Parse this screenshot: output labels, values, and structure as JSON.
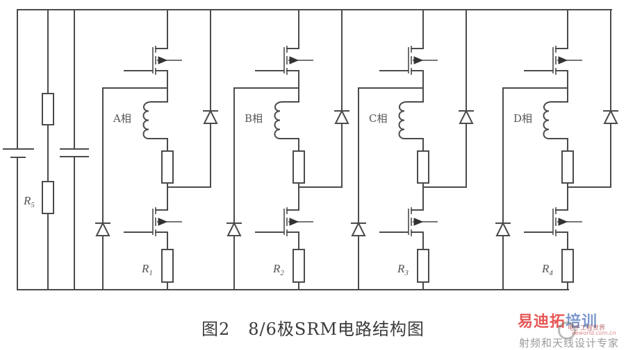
{
  "figure": {
    "caption_number": "图2",
    "caption_text": "8/6极SRM电路结构图"
  },
  "supply": {
    "components": [
      "battery",
      "voltage-divider-resistor",
      "R5-resistor",
      "dc-link-capacitor"
    ],
    "r5_label": "R",
    "r5_sub": "5"
  },
  "phases": [
    {
      "id": "A",
      "label": "A相",
      "sense_resistor_label": "R",
      "sense_resistor_sub": "1"
    },
    {
      "id": "B",
      "label": "B相",
      "sense_resistor_label": "R",
      "sense_resistor_sub": "2"
    },
    {
      "id": "C",
      "label": "C相",
      "sense_resistor_label": "R",
      "sense_resistor_sub": "3"
    },
    {
      "id": "D",
      "label": "D相",
      "sense_resistor_label": "R",
      "sense_resistor_sub": "4"
    }
  ],
  "watermark": {
    "title_red": "易迪拓",
    "title_blue": "培训",
    "site_name": "电子工程世界",
    "site_url": "eeworld.com.cn",
    "subtitle": "射频和天线设计专家"
  },
  "colors": {
    "wire": "#4a4a4a",
    "watermark_red": "#e23a3a",
    "watermark_blue": "#5b7fc0"
  }
}
